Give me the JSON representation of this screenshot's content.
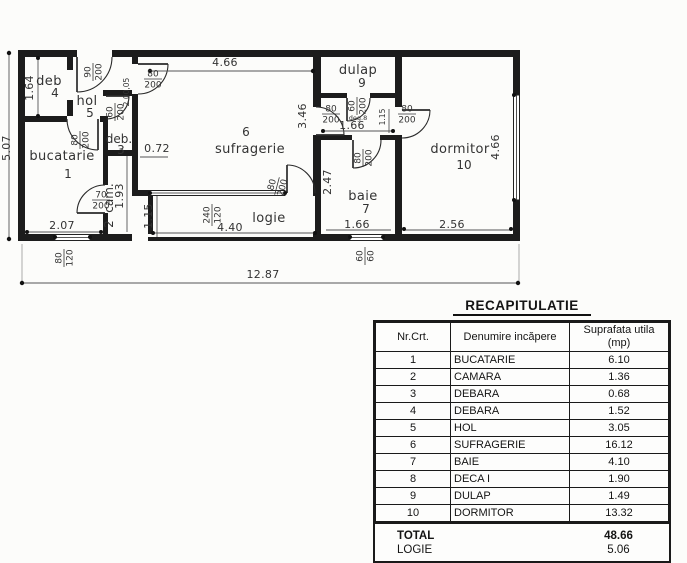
{
  "plan": {
    "rooms": {
      "bucatarie": {
        "name": "bucatarie",
        "no": "1"
      },
      "cam": {
        "name": "cam.",
        "no": "2"
      },
      "deb3": {
        "name": "deb.",
        "no": "3"
      },
      "deb4": {
        "name": "deb",
        "no": "4"
      },
      "hol": {
        "name": "hol",
        "no": "5"
      },
      "suf": {
        "name": "sufragerie",
        "no": "6"
      },
      "baie": {
        "name": "baie",
        "no": "7"
      },
      "deg": {
        "name": "deg.8"
      },
      "dulap": {
        "name": "dulap",
        "no": "9"
      },
      "dormitor": {
        "name": "dormitor",
        "no": "10"
      },
      "logie": {
        "name": "logie"
      }
    },
    "dims": {
      "h_total": "5.07",
      "w_total": "12.87",
      "suf_w": "4.66",
      "deb4_h": "1.64",
      "buc_w": "2.07",
      "cam_h": "1.93",
      "wall_note": "2.00,05",
      "deb3_w": "0.72",
      "logie_d": "1.15",
      "logie_w": "4.40",
      "suf_h": "3.46",
      "deg_w": "1.66",
      "deg_d": "1.15",
      "baie_h": "2.47",
      "baie_w": "1.66",
      "dorm_w": "2.56",
      "dorm_h": "4.66"
    },
    "doors": {
      "entrance": {
        "w": "90",
        "h": "200"
      },
      "hol_suf": {
        "w": "80",
        "h": "200"
      },
      "hol_buc": {
        "w": "80",
        "h": "200"
      },
      "deb3": {
        "w": "60",
        "h": "200"
      },
      "cam": {
        "w": "70",
        "h": "200"
      },
      "logie": {
        "w": "80",
        "h": "200"
      },
      "deg_left": {
        "w": "80",
        "h": "200"
      },
      "deg_right": {
        "w": "80",
        "h": "200"
      },
      "dulap": {
        "w": "60",
        "h": "200"
      },
      "baie": {
        "w": "80",
        "h": "200"
      }
    },
    "windows": {
      "buc": {
        "w": "80",
        "h": "120"
      },
      "suf": {
        "w": "240",
        "h": "120"
      },
      "baie": {
        "w": "60",
        "h": "60"
      }
    }
  },
  "table": {
    "title": "RECAPITULATIE",
    "headers": {
      "col1": "Nr.Crt.",
      "col2": "Denumire incăpere",
      "col3_line1": "Suprafata utila",
      "col3_line2": "(mp)"
    },
    "rows": [
      {
        "nr": "1",
        "name": "BUCATARIE",
        "area": "6.10"
      },
      {
        "nr": "2",
        "name": "CAMARA",
        "area": "1.36"
      },
      {
        "nr": "3",
        "name": "DEBARA",
        "area": "0.68"
      },
      {
        "nr": "4",
        "name": "DEBARA",
        "area": "1.52"
      },
      {
        "nr": "5",
        "name": "HOL",
        "area": "3.05"
      },
      {
        "nr": "6",
        "name": "SUFRAGERIE",
        "area": "16.12"
      },
      {
        "nr": "7",
        "name": "BAIE",
        "area": "4.10"
      },
      {
        "nr": "8",
        "name": "DECA I",
        "area": "1.90"
      },
      {
        "nr": "9",
        "name": "DULAP",
        "area": "1.49"
      },
      {
        "nr": "10",
        "name": "DORMITOR",
        "area": "13.32"
      }
    ],
    "total_label": "TOTAL",
    "total_value": "48.66",
    "logie_label": "LOGIE",
    "logie_value": "5.06"
  }
}
